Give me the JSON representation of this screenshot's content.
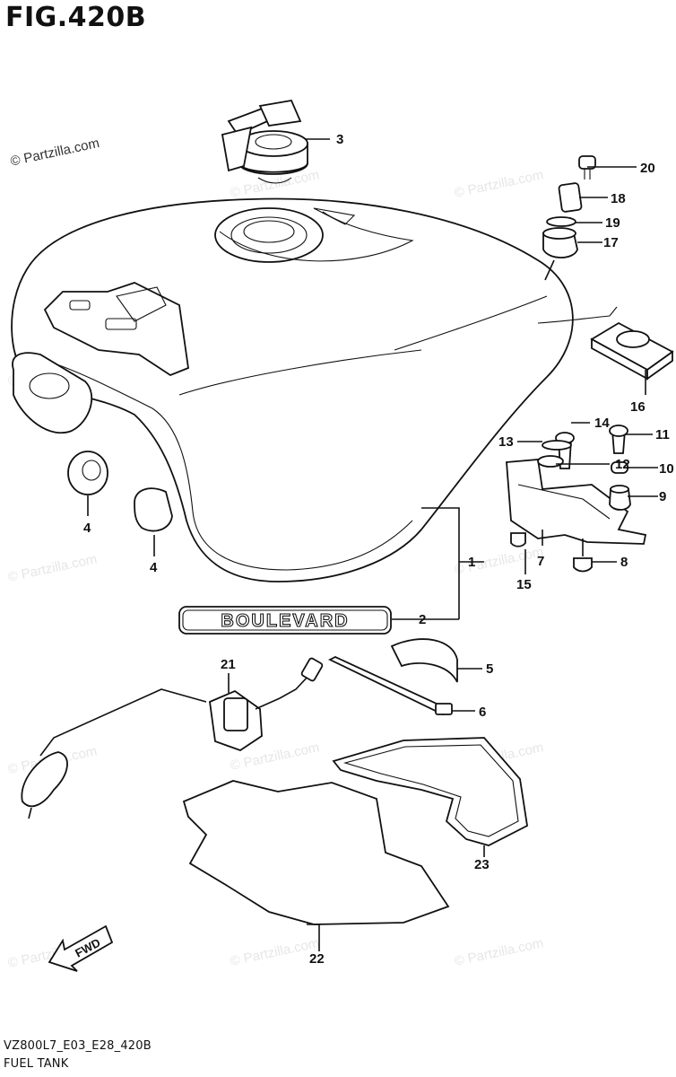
{
  "figure": {
    "title": "FIG.420B",
    "copyright": "© Partzilla.com",
    "watermark": "© Partzilla.com",
    "footer_code": "VZ800L7_E03_E28_420B",
    "footer_name": "FUEL TANK"
  },
  "emblem_text": "BOULEVARD",
  "fwd_text": "FWD",
  "callouts": [
    "1",
    "2",
    "3",
    "4",
    "4",
    "5",
    "6",
    "7",
    "8",
    "9",
    "10",
    "11",
    "12",
    "13",
    "14",
    "15",
    "16",
    "17",
    "18",
    "19",
    "20",
    "21",
    "22",
    "23"
  ]
}
